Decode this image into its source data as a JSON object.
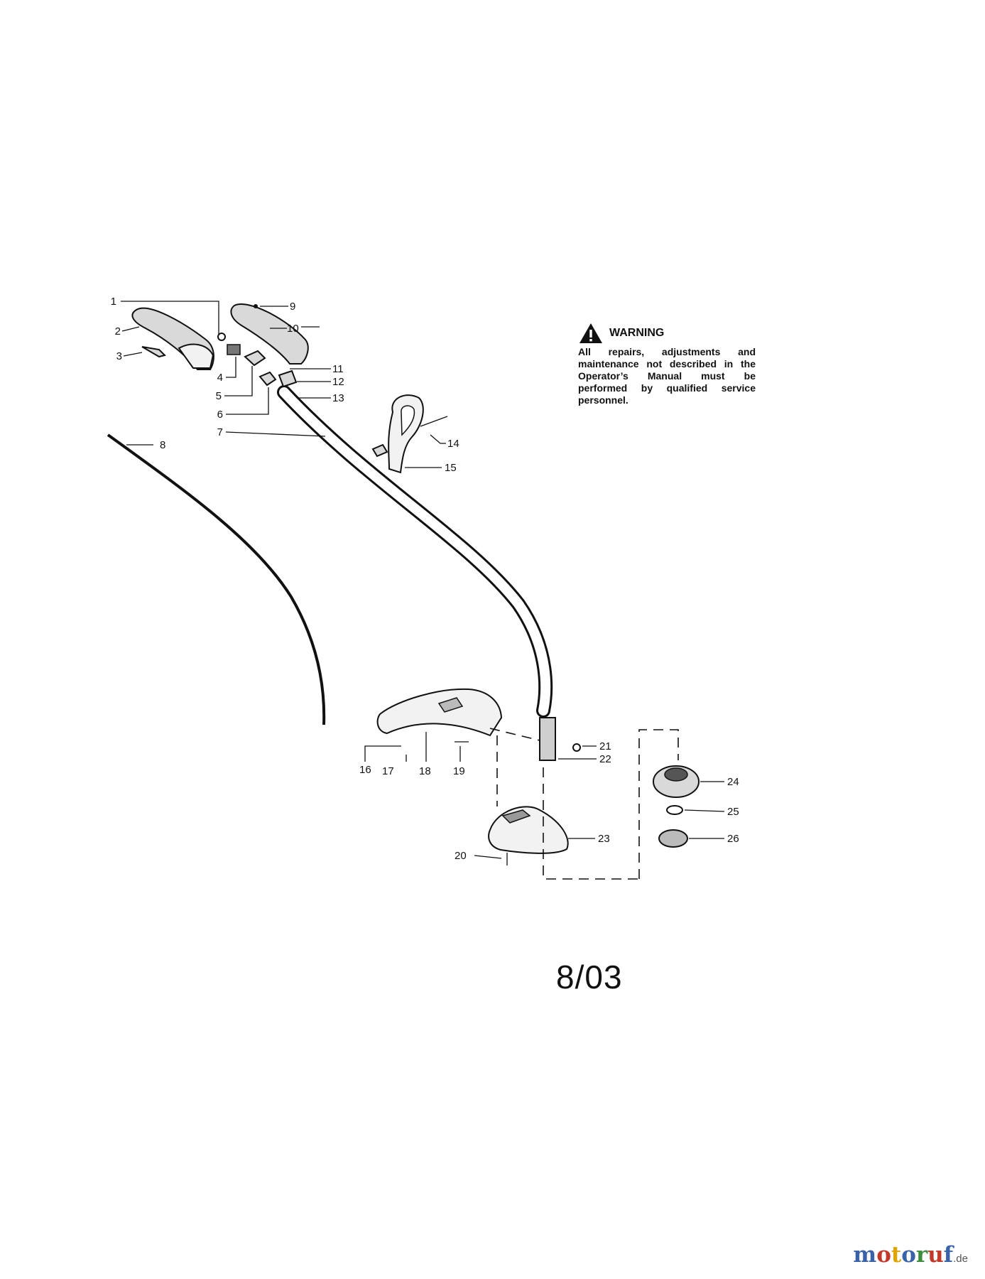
{
  "warning": {
    "title": "WARNING",
    "text": "All repairs, adjustments and maintenance not described in the Operator’s Manual must be performed by qualified service personnel."
  },
  "date_code": "8/03",
  "watermark": {
    "letters": [
      "m",
      "o",
      "t",
      "o",
      "r",
      "u",
      "f"
    ],
    "letter_colors": [
      "#3a62a8",
      "#c0392b",
      "#e0a400",
      "#3a62a8",
      "#3c8d3c",
      "#c0392b",
      "#3a62a8"
    ],
    "suffix": ".de"
  },
  "callouts": [
    "1",
    "2",
    "3",
    "4",
    "5",
    "6",
    "7",
    "8",
    "9",
    "10",
    "11",
    "12",
    "13",
    "14",
    "15",
    "16",
    "17",
    "18",
    "19",
    "20",
    "21",
    "22",
    "23",
    "24",
    "25",
    "26"
  ],
  "icons": {
    "warning": "warning-triangle-icon"
  }
}
